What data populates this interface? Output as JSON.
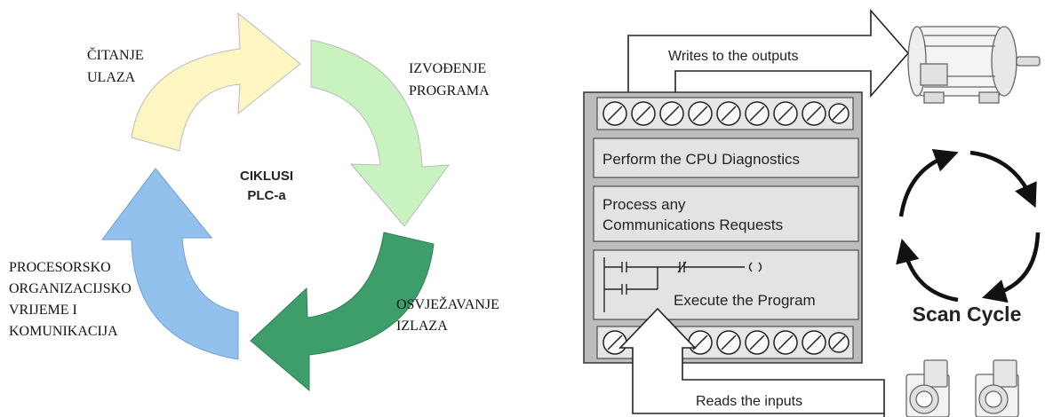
{
  "left_cycle": {
    "center_line1": "CIKLUSI",
    "center_line2": "PLC-a",
    "stage1_line1": "ČITANJE",
    "stage1_line2": "ULAZA",
    "stage2_line1": "IZVOĐENJE",
    "stage2_line2": "PROGRAMA",
    "stage3_line1": "OSVJEŽAVANJE",
    "stage3_line2": "IZLAZA",
    "stage4_line1": "PROCESORSKO",
    "stage4_line2": "ORGANIZACIJSKO",
    "stage4_line3": "VRIJEME I",
    "stage4_line4": "KOMUNIKACIJA",
    "colors": {
      "stage1": "#fdf6c3",
      "stage2": "#c8f2c0",
      "stage3": "#3d9e6b",
      "stage4": "#93c1ee"
    }
  },
  "right_plc": {
    "writes_outputs": "Writes to the outputs",
    "reads_inputs": "Reads the inputs",
    "panel1": "Perform the CPU Diagnostics",
    "panel2_line1": "Process any",
    "panel2_line2": "Communications Requests",
    "panel3": "Execute the Program",
    "scan_cycle": "Scan Cycle",
    "icons": [
      "motor-icon",
      "pushbutton-icon",
      "ladder-logic-icon",
      "cycle-arrows-icon"
    ]
  }
}
